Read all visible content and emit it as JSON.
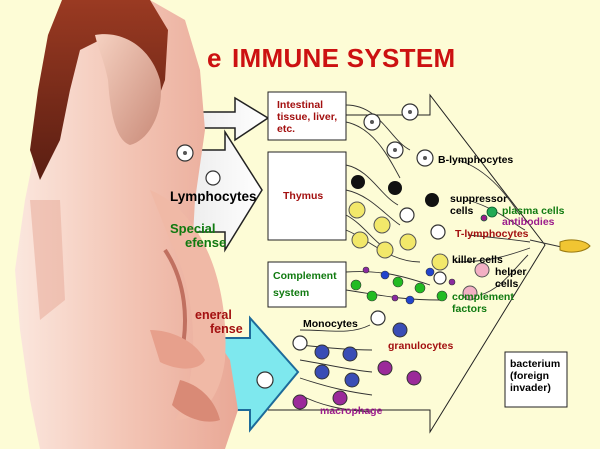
{
  "title": "IMMUNE SYSTEM",
  "title_fragment": "e",
  "left_labels": {
    "lymphocytes": "Lymphocytes",
    "special": "Special",
    "defense_1": "efense",
    "general": "eneral",
    "defense_2": "fense"
  },
  "boxes": {
    "intestinal": "Intestinal tissue, liver, etc.",
    "thymus": "Thymus",
    "complement": "Complement system",
    "bacterium": "bacterium (foreign invader)"
  },
  "cell_labels": {
    "b_lymphocytes": "B-lymphocytes",
    "suppressor": "suppressor cells",
    "plasma": "plasma cells",
    "antibodies": "antibodies",
    "t_lymphocytes": "T-lymphocytes",
    "killer": "killer cells",
    "helper": "helper cells",
    "complement_factors": "complement factors",
    "monocytes": "Monocytes",
    "granulocytes": "granulocytes",
    "macrophage": "macrophage"
  },
  "colors": {
    "title": "#cc1111",
    "background": "#fdfcd6",
    "green_label": "#107a10",
    "red_label": "#a31010",
    "purple_label": "#9b1b8c",
    "general_arrow": "#7ee8ee"
  }
}
